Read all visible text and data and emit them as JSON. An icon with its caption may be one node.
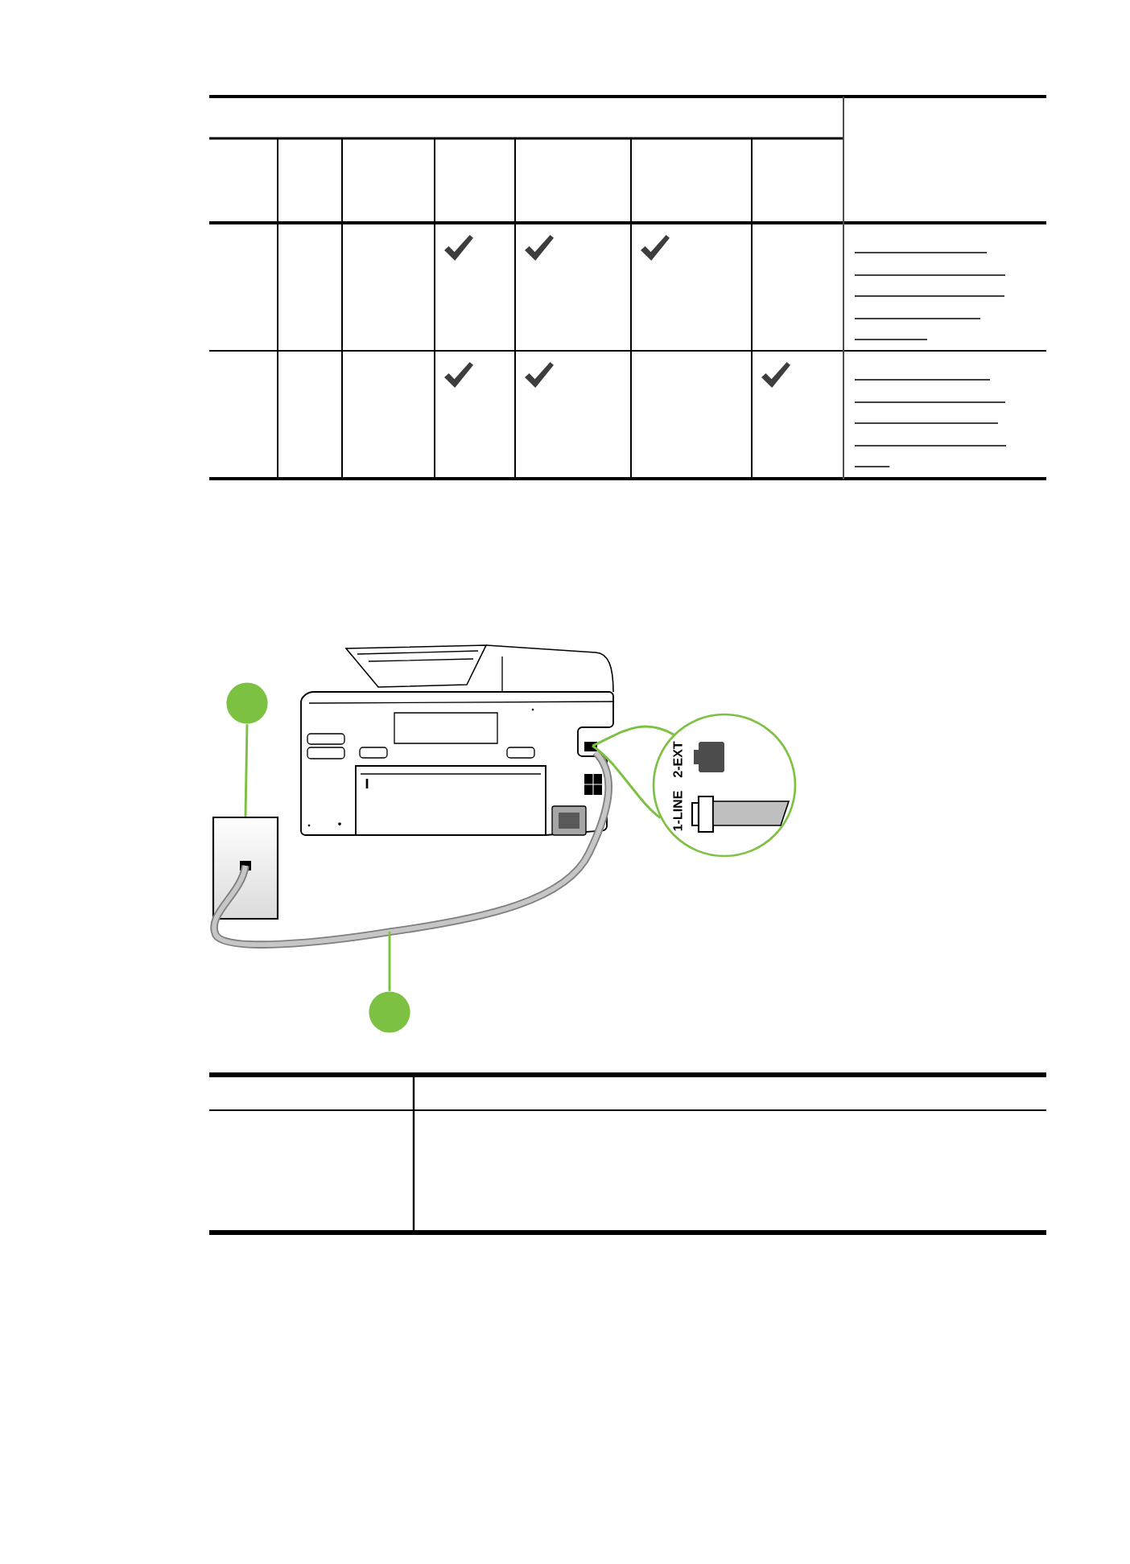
{
  "diagram": {
    "nodes": [
      {
        "text": [],
        "shape": "circle"
      },
      {
        "text": [],
        "shape": "box"
      },
      {
        "text": [],
        "shape": "picture"
      },
      {
        "text": [
          "1-LINE",
          "2-EXT"
        ]
      },
      {
        "text": [],
        "shape": "circle"
      }
    ],
    "edges": [
      {
        "from": 0,
        "to": 1,
        "arrow": "none"
      },
      {
        "from": 1,
        "to": 2,
        "arrow": "none",
        "style": "thick",
        "color": "#808080"
      },
      {
        "from": 2,
        "to": 3,
        "arrow": "none"
      },
      {
        "from": 4,
        "to": null,
        "arrow": "none"
      }
    ]
  }
}
